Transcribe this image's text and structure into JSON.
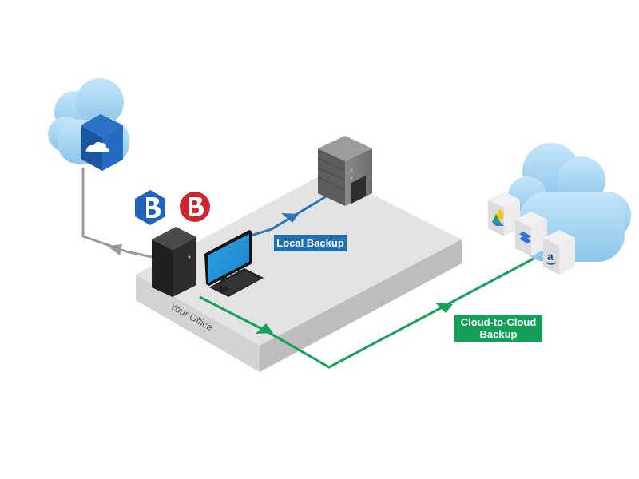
{
  "diagram": {
    "office_label": "Your Office",
    "local_backup_label": "Local Backup",
    "cloud_backup_label_line1": "Cloud-to-Cloud",
    "cloud_backup_label_line2": "Backup"
  },
  "colors": {
    "local_backup_line": "#2a76b9",
    "cloud_backup_line": "#17a05a",
    "onedrive_line": "#9a9a9a",
    "cloud_fill": "#a9d6f1",
    "onedrive_tile": "#1f5fb0"
  },
  "icons": {
    "source_cloud": "onedrive-cloud-icon",
    "local_server": "nas-server-icon",
    "workstation": "desktop-computer-icon",
    "apps": [
      "backupify-blue-logo-icon",
      "backupify-red-logo-icon"
    ],
    "cloud_services": [
      "google-drive-icon",
      "dropbox-icon",
      "amazon-icon"
    ]
  }
}
